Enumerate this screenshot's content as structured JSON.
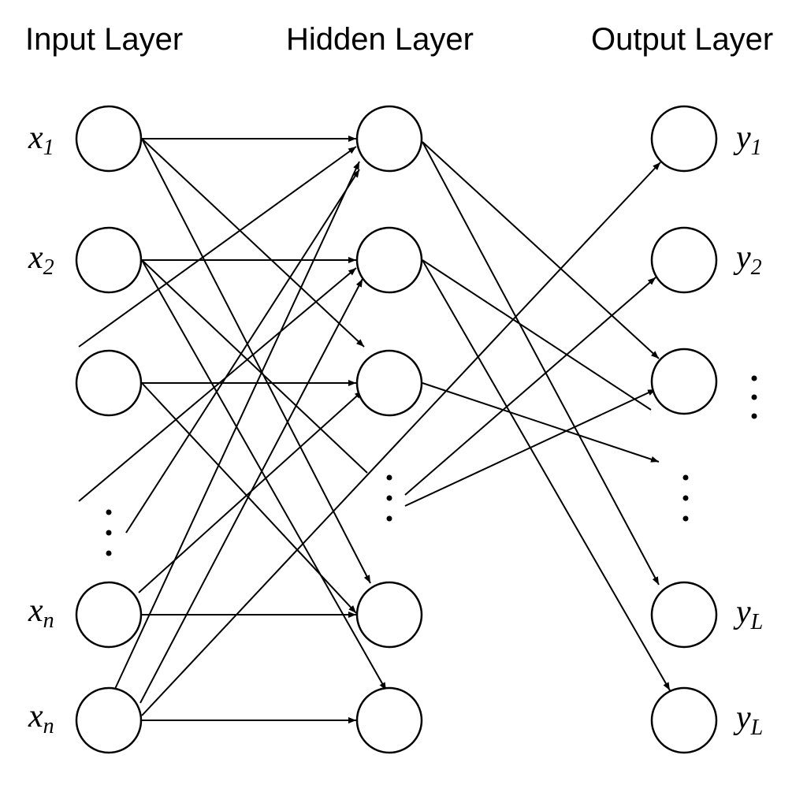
{
  "colors": {
    "stroke": "#000000",
    "background": "#ffffff"
  },
  "layers": {
    "input": {
      "title": "Input Layer"
    },
    "hidden": {
      "title": "Hidden Layer"
    },
    "output": {
      "title": "Output Layer"
    }
  },
  "input_labels": [
    {
      "base": "x",
      "sub": "1"
    },
    {
      "base": "x",
      "sub": "2"
    },
    {
      "base": "x",
      "sub": "n"
    },
    {
      "base": "x",
      "sub": "n"
    }
  ],
  "output_labels": [
    {
      "base": "y",
      "sub": "1"
    },
    {
      "base": "y",
      "sub": "2"
    },
    {
      "base": "y",
      "sub": "L"
    },
    {
      "base": "y",
      "sub": "L"
    }
  ],
  "ellipsis_markers": [
    "input-ellipsis",
    "hidden-ellipsis",
    "output-ellipsis",
    "output-side-ellipsis"
  ]
}
